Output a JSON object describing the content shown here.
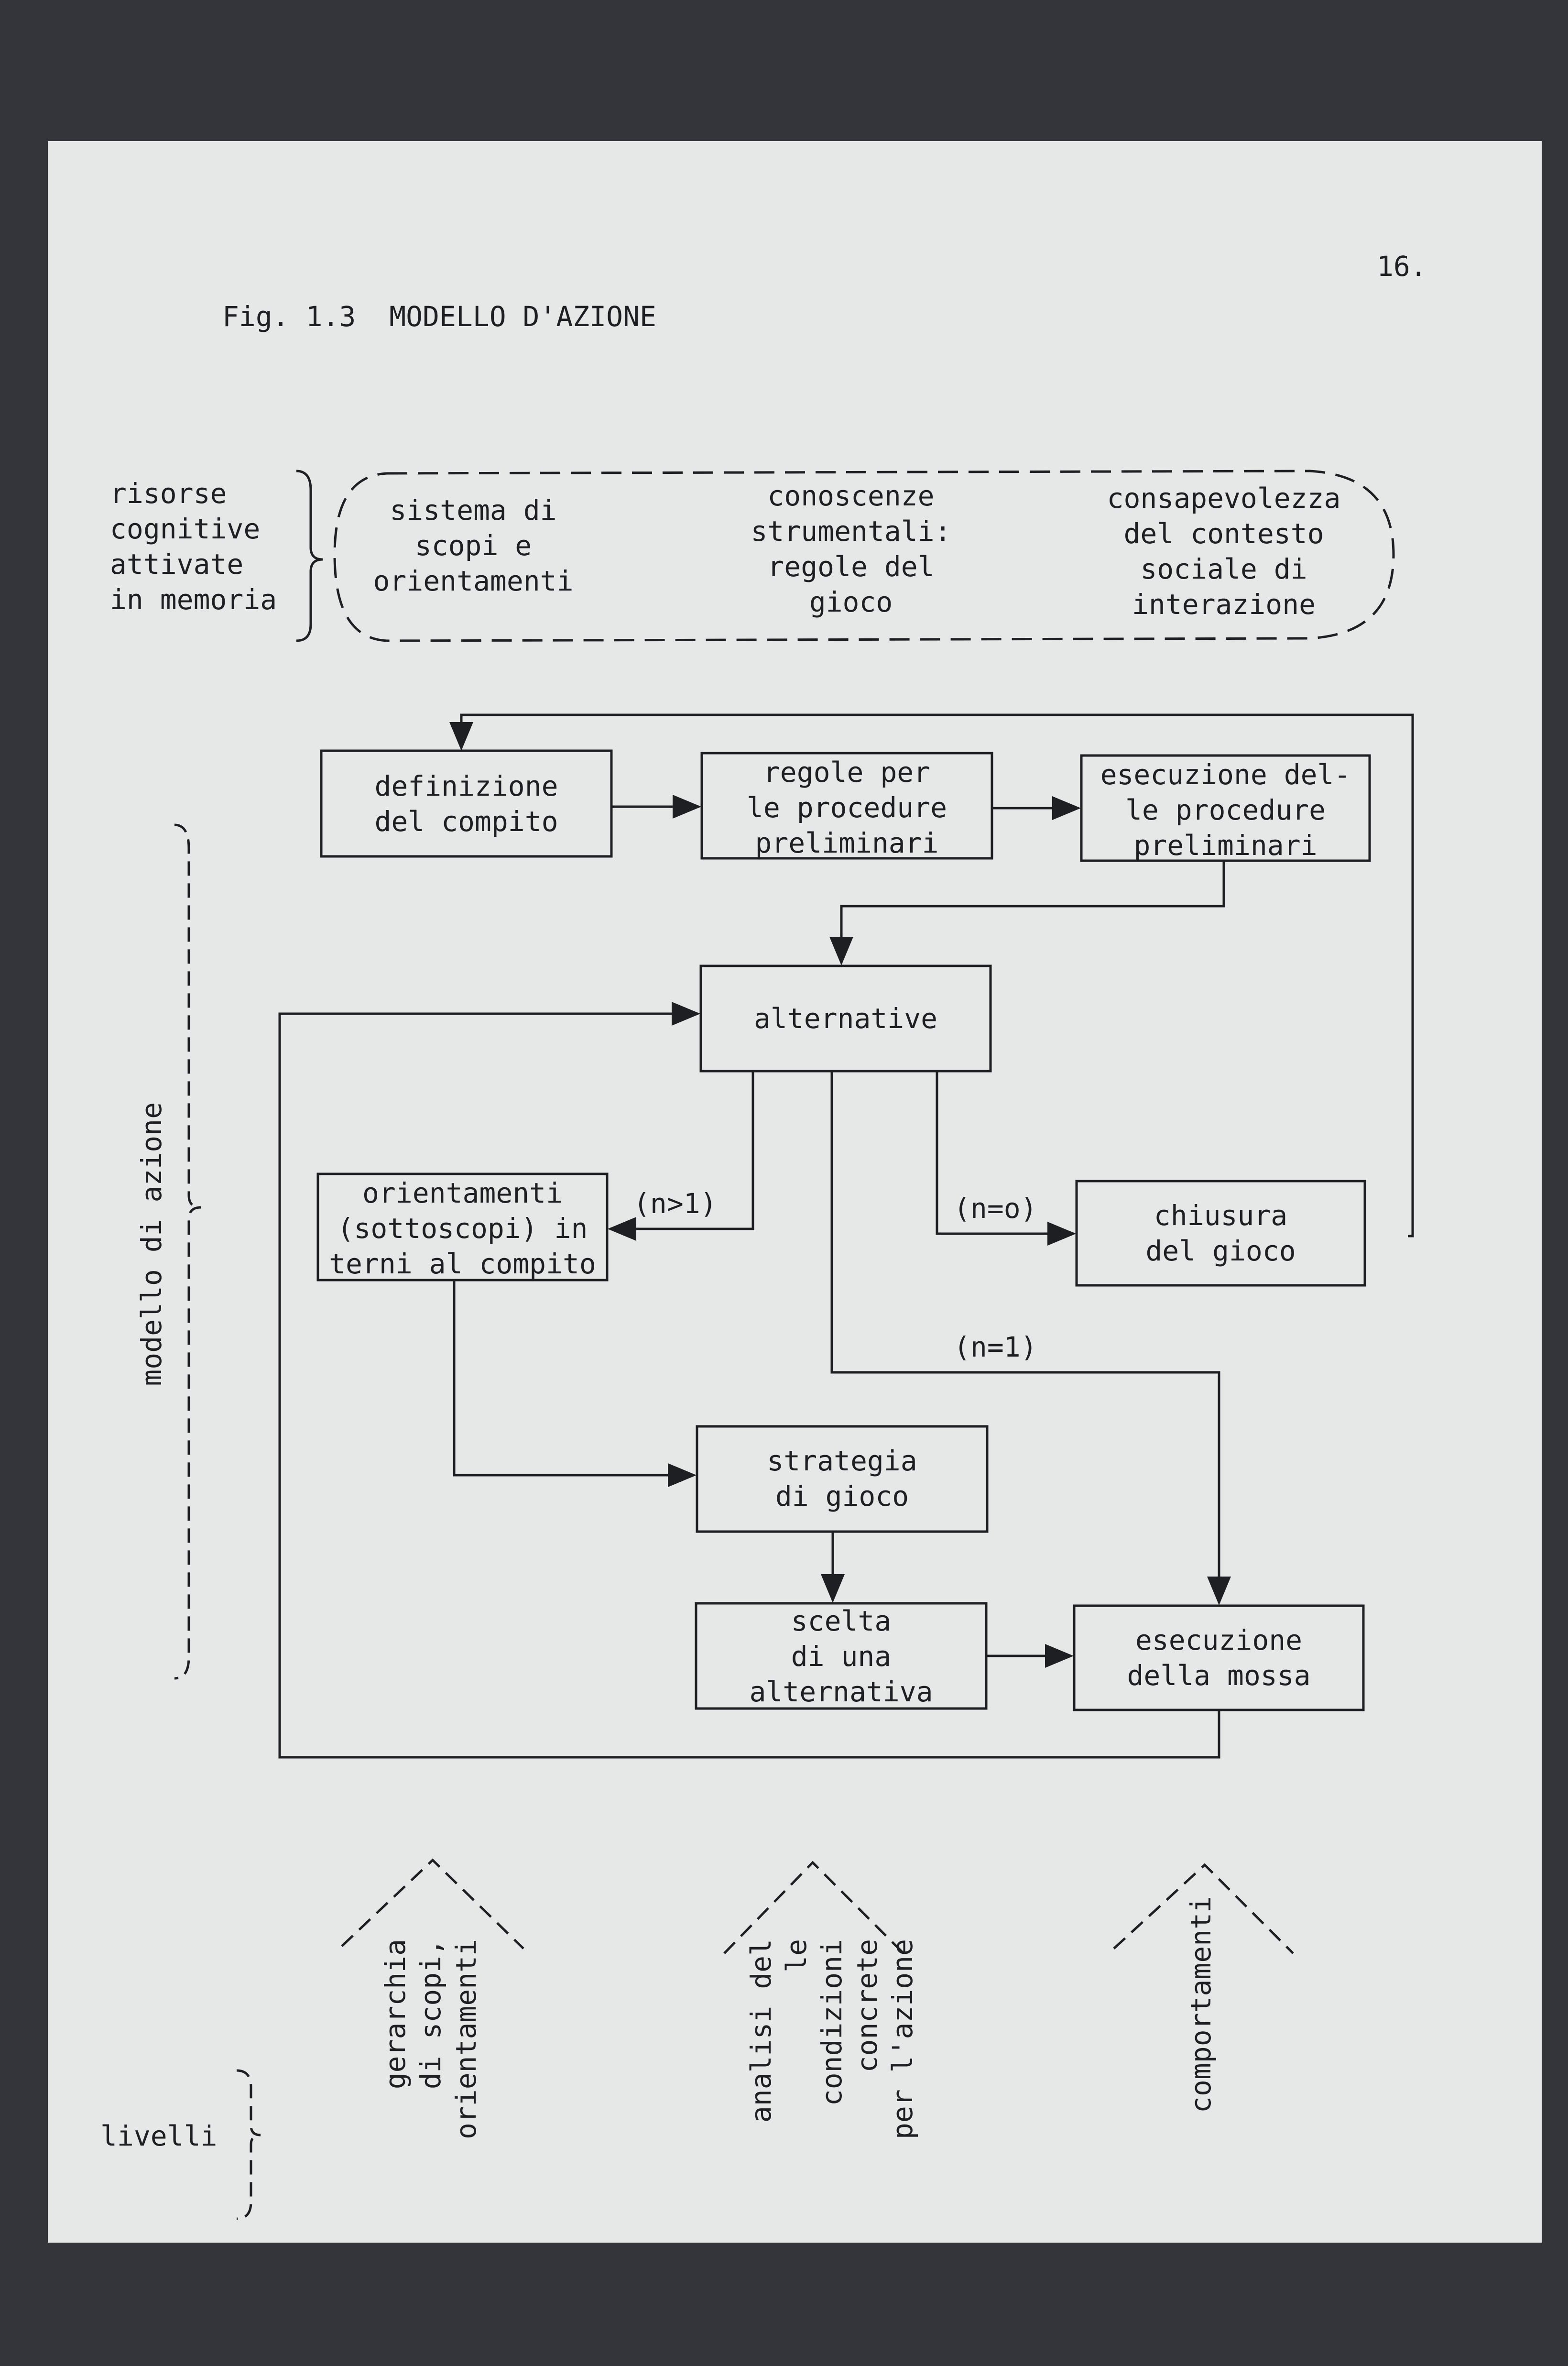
{
  "page_number": "16.",
  "figure_title": "Fig. 1.3  MODELLO D'AZIONE",
  "resources": {
    "label": "risorse\ncognitive\nattivate\nin memoria",
    "items": [
      "sistema di\nscopi e\norientamenti",
      "conoscenze\nstrumentali:\nregole del\ngioco",
      "consapevolezza\ndel contesto\nsociale di\ninterazione"
    ]
  },
  "model_label": "modello di azione",
  "boxes": {
    "task_definition": "definizione\ndel compito",
    "preliminary_rules": "regole per\nle procedure\npreliminari",
    "preliminary_execution": "esecuzione del-\nle procedure\npreliminari",
    "alternatives": "alternative",
    "internal_orientations": "orientamenti\n(sottoscopi) in\nterni al compito",
    "game_closure": "chiusura\ndel gioco",
    "game_strategy": "strategia\ndi gioco",
    "choice": "scelta\ndi una\nalternativa",
    "move_execution": "esecuzione\ndella mossa"
  },
  "conditions": {
    "n_greater_1": "(n>1)",
    "n_zero": "(n=o)",
    "n_one": "(n=1)"
  },
  "levels": {
    "label": "livelli",
    "items": [
      "gerarchia\ndi scopi,\norientamenti",
      "analisi del\nle condizioni\nconcrete\nper l'azione",
      "comportamenti"
    ]
  }
}
